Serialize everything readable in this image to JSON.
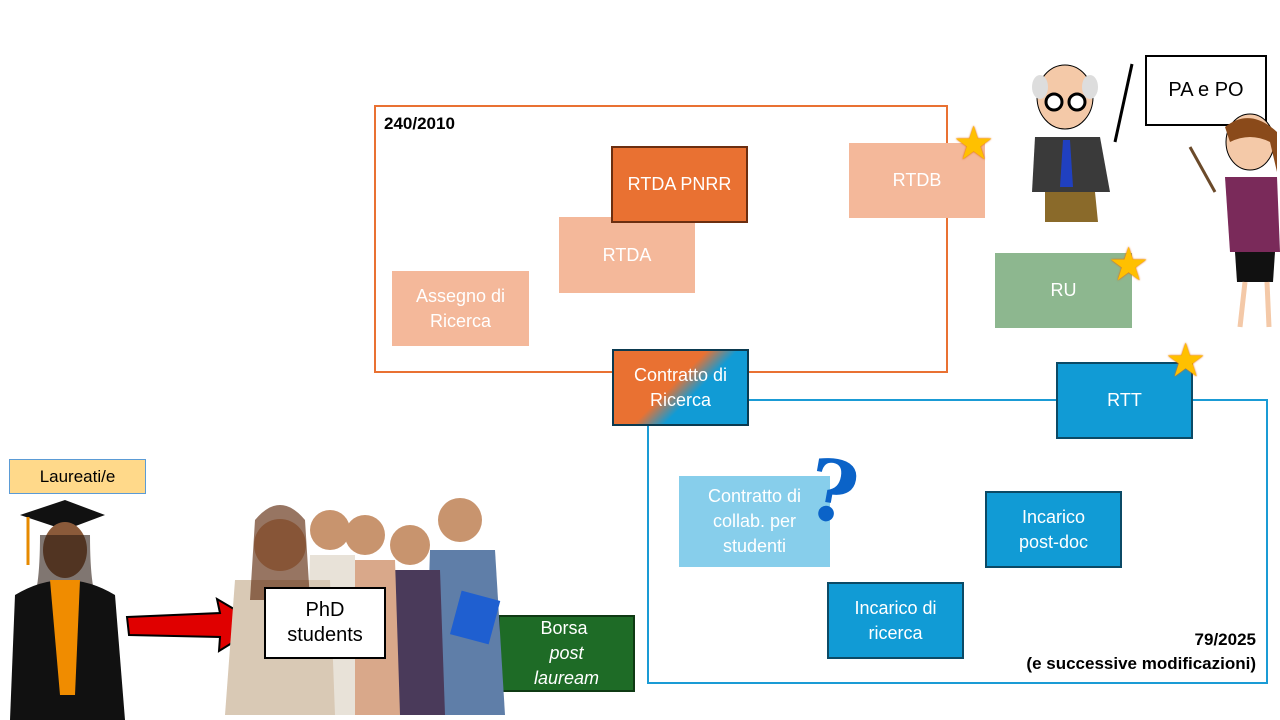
{
  "group_2010": {
    "label": "240/2010",
    "color": "#e97132"
  },
  "group_2025": {
    "label_line1": "79/2025",
    "label_line2": "(e successive modificazioni)",
    "color": "#1a9bd5"
  },
  "boxes": {
    "assegno": "Assegno di Ricerca",
    "rtda": "RTDA",
    "rtda_pnrr": "RTDA PNRR",
    "rtdb": "RTDB",
    "ru": "RU",
    "rtt": "RTT",
    "contratto_ricerca": "Contratto di Ricerca",
    "contratto_collab": "Contratto di collab. per studenti",
    "incarico_postdoc": "Incarico post-doc",
    "incarico_ricerca": "Incarico di ricerca",
    "pa_po": "PA e PO",
    "laureati": "Laureati/e",
    "phd": "PhD students",
    "borsa_prefix": "Borsa ",
    "borsa_italic": "post lauream"
  },
  "icons": {
    "star": "star-icon",
    "question": "question-mark-icon",
    "arrow": "red-arrow-icon"
  }
}
